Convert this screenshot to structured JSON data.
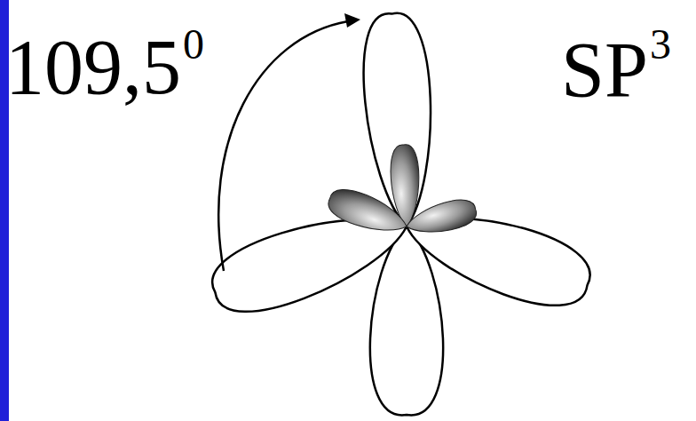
{
  "diagram": {
    "labels": [
      "109,5",
      "0",
      "SP",
      "3"
    ]
  }
}
